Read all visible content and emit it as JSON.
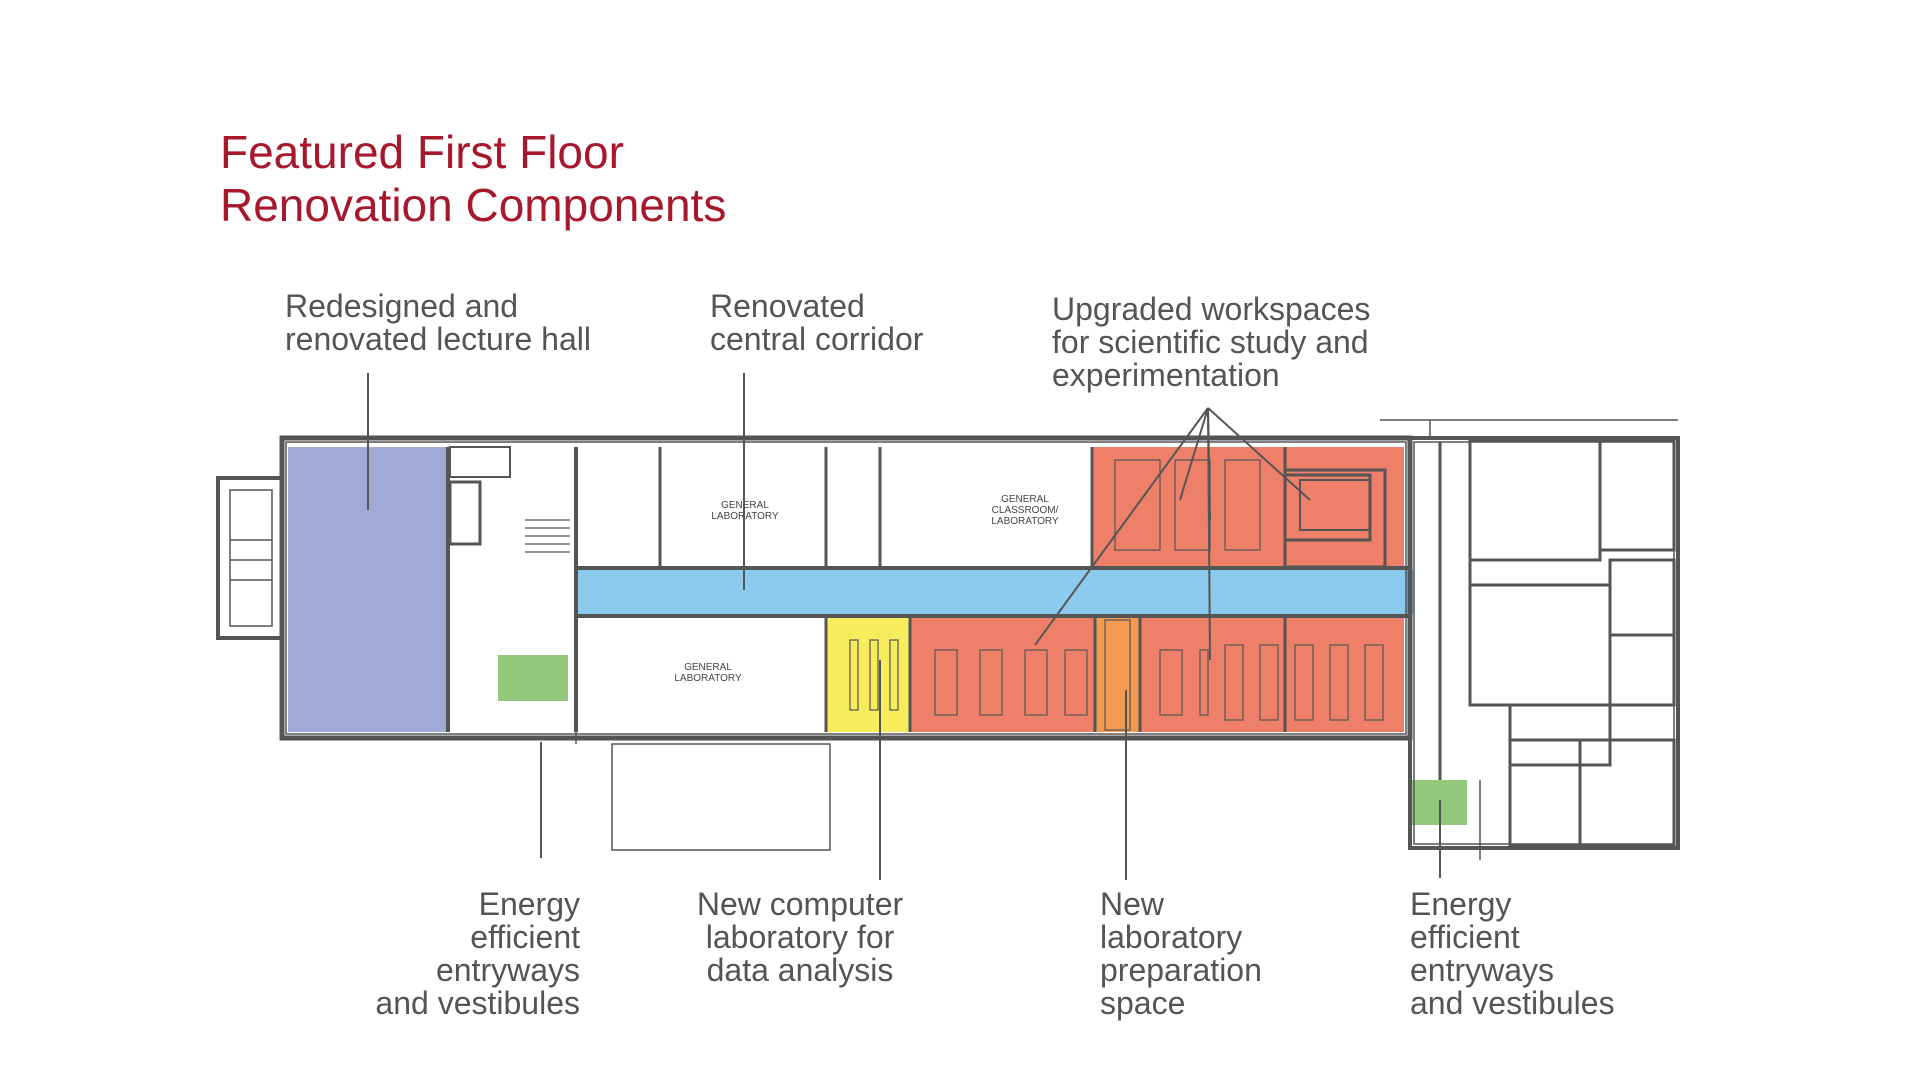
{
  "title": {
    "line1": "Featured First Floor",
    "line2": "Renovation Components"
  },
  "callouts": {
    "lecture_hall": [
      "Redesigned and",
      "renovated lecture hall"
    ],
    "corridor": [
      "Renovated",
      "central corridor"
    ],
    "workspaces": [
      "Upgraded workspaces",
      "for scientific study and",
      "experimentation"
    ],
    "entry_left": [
      "Energy",
      "efficient",
      "entryways",
      "and vestibules"
    ],
    "computer_lab": [
      "New computer",
      "laboratory for",
      "data analysis"
    ],
    "prep_space": [
      "New",
      "laboratory",
      "preparation",
      "space"
    ],
    "entry_right": [
      "Energy",
      "efficient",
      "entryways",
      "and vestibules"
    ]
  },
  "room_labels": {
    "general_lab_top": [
      "GENERAL",
      "LABORATORY"
    ],
    "classroom_lab": [
      "GENERAL",
      "CLASSROOM/",
      "LABORATORY"
    ],
    "general_lab_bottom": [
      "GENERAL",
      "LABORATORY"
    ]
  },
  "colors": {
    "title": "#a8182d",
    "lecture_hall": "#9fabd6",
    "corridor": "#8ccbee",
    "workspaces": "#ee8069",
    "computer_lab": "#f7ec5b",
    "prep_space": "#f39a52",
    "vestibule": "#93c97d",
    "walls": "#555555",
    "callout_text": "#545454"
  }
}
